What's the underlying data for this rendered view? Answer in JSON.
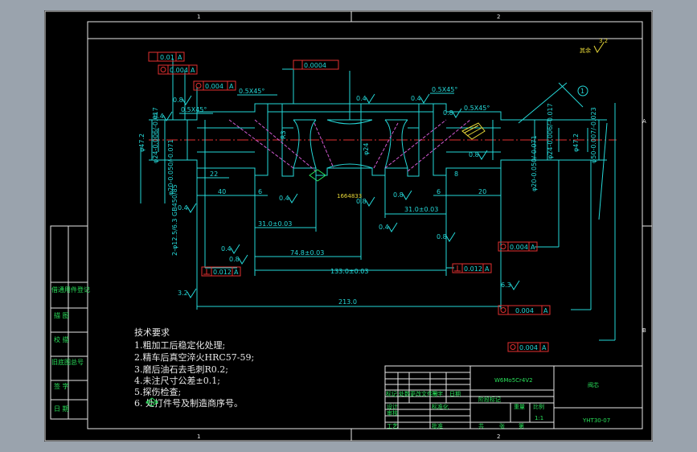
{
  "sheet": {
    "border_numbers": [
      "1",
      "2",
      "1",
      "2"
    ],
    "border_letters": [
      "A",
      "B"
    ]
  },
  "roughness": {
    "other_symbol": "其余",
    "other_value": "3.2"
  },
  "fcf": {
    "flatness_top": "0.01",
    "circ_1": "0.004",
    "circ_2": "0.004",
    "cyl_top": "0.0004",
    "circ_right_1": "0.004",
    "circ_right_2": "0.004",
    "circ_right_3": "0.004",
    "perp_left": "0.012",
    "perp_right": "0.012",
    "datum": "A"
  },
  "chamfers": {
    "c1": "0.5X45°",
    "c2": "0.5X45°",
    "c3": "0.5X45°",
    "c4": "0.5X45°"
  },
  "roughness_marks": [
    "0.4",
    "0.8",
    "0.4",
    "0.4",
    "0.8",
    "0.8",
    "0.4",
    "0.4",
    "0.8",
    "0.8",
    "0.4",
    "3.2",
    "0.8",
    "0.4",
    "0.8",
    "6.3"
  ],
  "dims": {
    "left_dia_1": "φ47.2",
    "left_dia_2": "φ24-0.006/-0.017",
    "left_dia_3": "φ20-0.050/-0.071",
    "left_spline": "2-φ12.5/6.3 GB450/85",
    "len_40": "40",
    "len_22": "22",
    "len_20": "20",
    "len_6a": "6",
    "len_6b": "6",
    "len_8": "8",
    "mid_dia": "φ24",
    "mid_r": "R3",
    "d31_left": "31.0±0.03",
    "d31_right": "31.0±0.03",
    "d74": "74.8±0.03",
    "d133": "133.0±0.03",
    "d213": "213.0",
    "right_dia_1": "φ47.2",
    "right_dia_2": "φ50-0.007/-0.023",
    "right_dia_3": "φ24-0.006/-0.017",
    "right_dia_4": "φ20-0.050/-0.071",
    "thread": "1664833",
    "pos_marker": "1"
  },
  "tech": {
    "title": "技术要求",
    "items": [
      "1.粗加工后稳定化处理;",
      "2.精车后真空淬火HRC57-59;",
      "3.磨后油石去毛刺R0.2;",
      "4.未注尺寸公差±0.1;",
      "5.探伤检查;",
      "6.    处打件号及制造商序号。"
    ]
  },
  "side_labels": [
    "借通用件登记",
    "描 图",
    "校 描",
    "旧底图总号",
    "签 字",
    "日 期"
  ],
  "title_block": {
    "material": "W6Mo5Cr4V2",
    "part_name": "阀芯",
    "drawing_no": "YHT30-07",
    "scale": "1:1",
    "row_labels": [
      "标记",
      "处数",
      "更改文件号",
      "签字",
      "日期"
    ],
    "designer_label": "设计",
    "check_label": "审核",
    "process_label": "工艺",
    "std_label": "标准化",
    "approve_label": "批准",
    "date_label": "日期",
    "stage_label": "阶段标记",
    "weight_label": "重量",
    "scale_label": "比例",
    "sheet_label": "共",
    "sheet_of_label": "张",
    "page_label": "第"
  }
}
